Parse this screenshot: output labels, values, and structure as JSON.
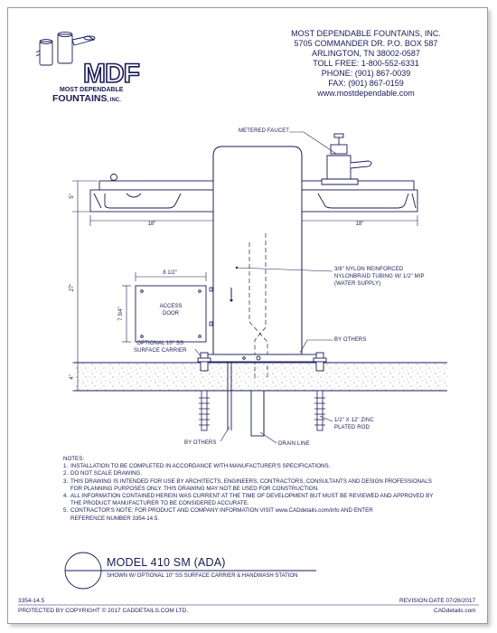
{
  "company": {
    "logo_letters": "MDF",
    "logo_line1": "MOST DEPENDABLE",
    "logo_line2": "FOUNTAINS",
    "logo_suffix": ", INC.",
    "name": "MOST DEPENDABLE FOUNTAINS, INC.",
    "address1": "5705 COMMANDER DR. P.O. BOX 587",
    "address2": "ARLINGTON, TN 38002-0587",
    "tollfree": "TOLL FREE: 1-800-552-6331",
    "phone": "PHONE: (901) 867-0039",
    "fax": "FAX: (901) 867-0159",
    "website": "www.mostdependable.com"
  },
  "labels": {
    "metered_faucet": "METERED FAUCET",
    "tubing_1": "3/8\" NYLON REINFORCED",
    "tubing_2": "NYLONBRAID TUBING W/ 1/2\" MIP",
    "tubing_3": "(WATER SUPPLY)",
    "by_others_right": "BY OTHERS",
    "carrier_1": "OPTIONAL 10\" SS",
    "carrier_2": "SURFACE CARRIER",
    "rod_1": "1/2\" X 12\" ZINC",
    "rod_2": "PLATED ROD",
    "by_others_bottom": "BY OTHERS",
    "drain_line": "DRAIN LINE",
    "access_1": "ACCESS",
    "access_2": "DOOR"
  },
  "dimensions": {
    "basin_left_width": "18\"",
    "basin_right_width": "18\"",
    "door_width": "8 1/2\"",
    "door_height": "7 3/4\"",
    "bowl_height": "5\"",
    "height_main": "27\"",
    "slab": "4\""
  },
  "notes": {
    "header": "NOTES:",
    "items": [
      {
        "num": "1.",
        "text": "INSTALLATION TO BE COMPLETED IN ACCORDANCE WITH MANUFACTURER'S SPECIFICATIONS."
      },
      {
        "num": "2.",
        "text": "DO NOT SCALE DRAWING."
      },
      {
        "num": "3.",
        "text": "THIS DRAWING IS INTENDED FOR USE BY ARCHITECTS, ENGINEERS, CONTRACTORS, CONSULTANTS AND DESIGN PROFESSIONALS"
      },
      {
        "num": "",
        "text": "FOR PLANNING PURPOSES ONLY.  THIS DRAWING MAY NOT BE USED FOR CONSTRUCTION."
      },
      {
        "num": "4.",
        "text": "ALL INFORMATION CONTAINED HEREIN WAS CURRENT AT THE TIME OF DEVELOPMENT BUT MUST BE REVIEWED AND APPROVED BY"
      },
      {
        "num": "",
        "text": "THE PRODUCT MANUFACTURER TO BE CONSIDERED ACCURATE."
      },
      {
        "num": "5.",
        "text": "CONTRACTOR'S NOTE: FOR PRODUCT AND COMPANY INFORMATION VISIT www.CADdetails.com/info AND ENTER"
      },
      {
        "num": "",
        "text": "REFERENCE NUMBER 3354-14.5."
      }
    ]
  },
  "title": {
    "model": "MODEL 410 SM (ADA)",
    "subtitle": "SHOWN W/ OPTIONAL 10\" SS SURFACE CARRIER & HANDWASH STATION"
  },
  "footer": {
    "ref": "3354-14.5",
    "revision": "REVISION DATE  07/26/2017",
    "copyright": "PROTECTED BY COPYRIGHT © 2017 CADDETAILS.COM LTD.",
    "site": "CADdetails.com"
  }
}
